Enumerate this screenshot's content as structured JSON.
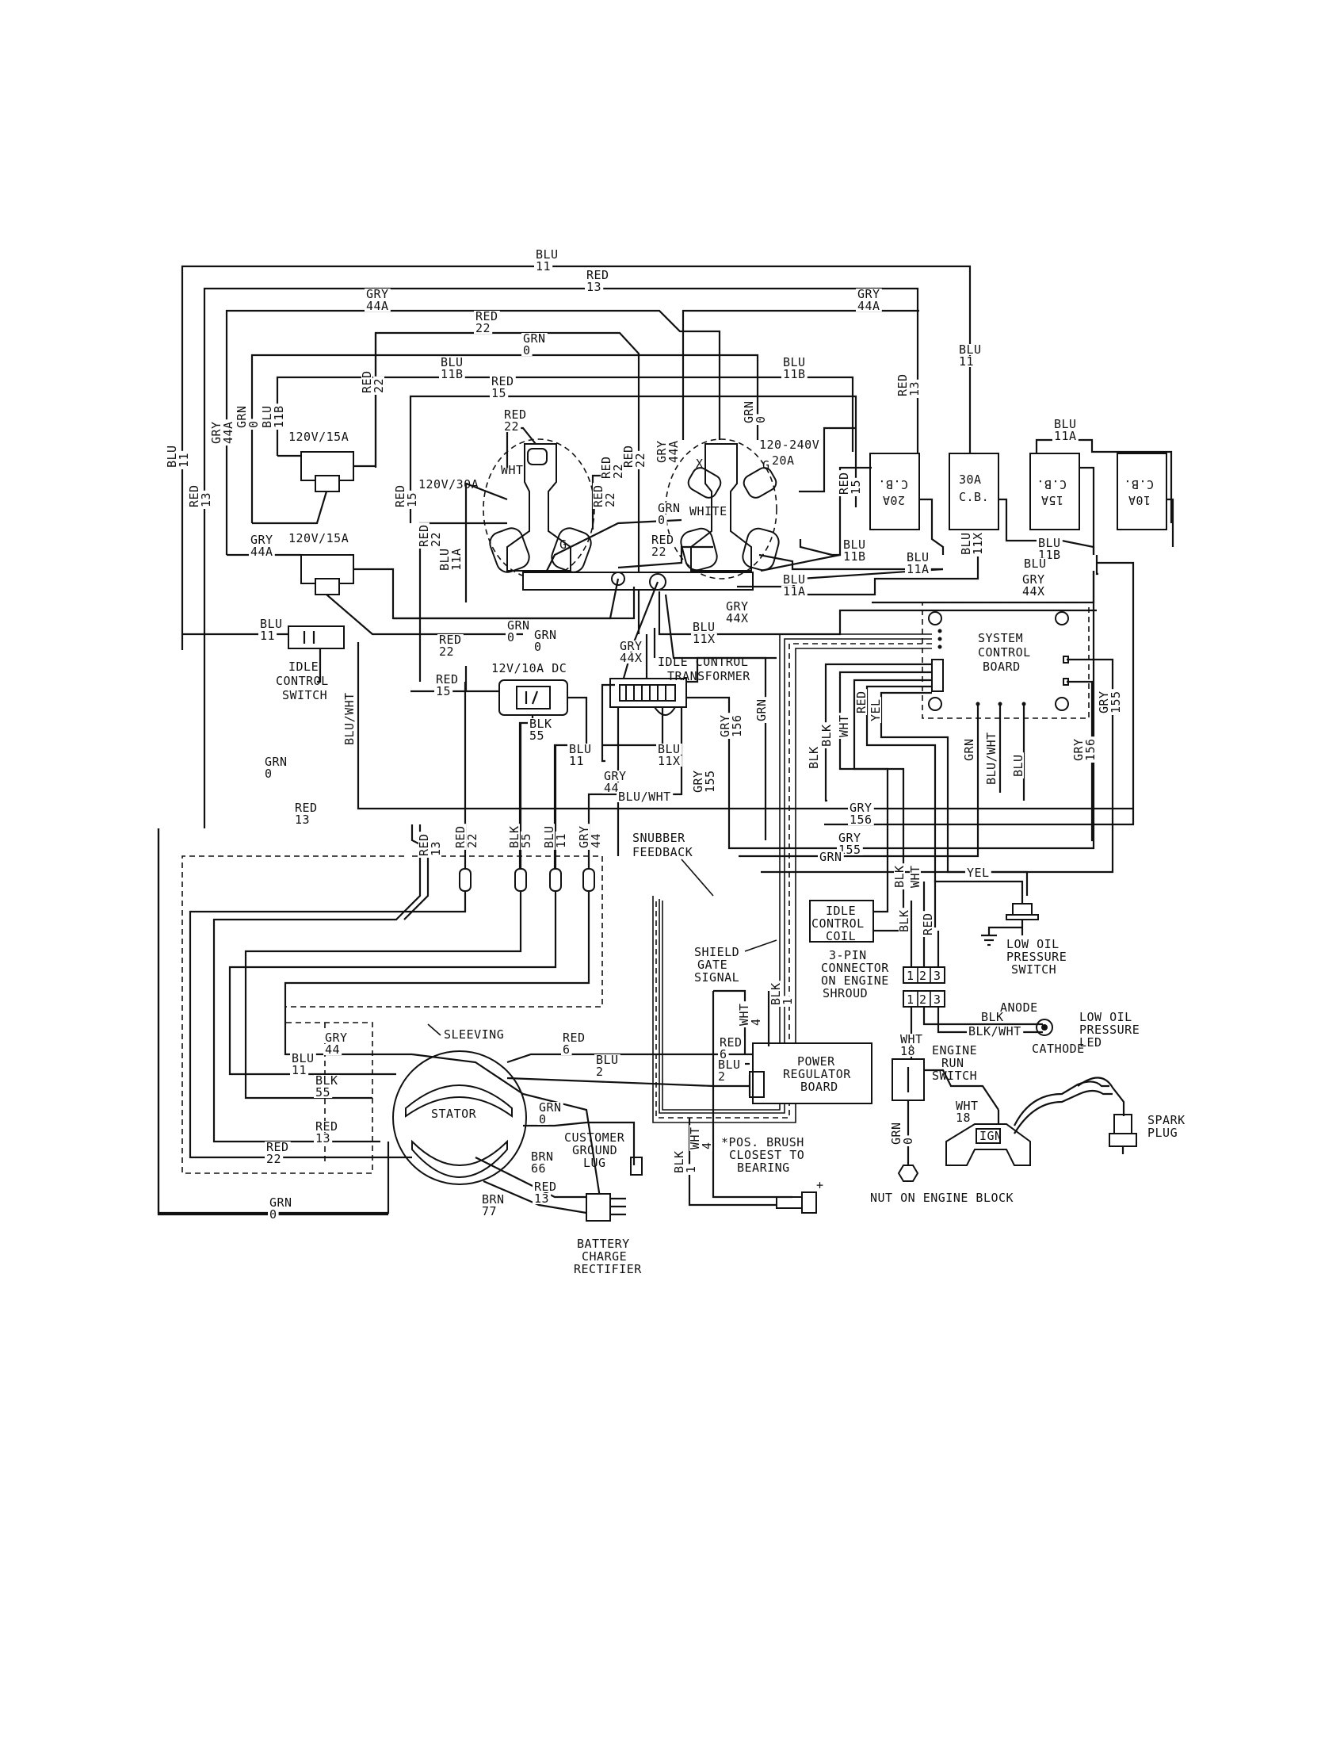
{
  "wire_labels": {
    "blu_11_top": [
      "BLU",
      "11"
    ],
    "red_13_top": [
      "RED",
      "13"
    ],
    "gry_44a_top_left": [
      "GRY",
      "44A"
    ],
    "gry_44a_top_right": [
      "GRY",
      "44A"
    ],
    "red_22_top": [
      "RED",
      "22"
    ],
    "grn_0_top": [
      "GRN",
      "0"
    ],
    "blu_11b_top_left": [
      "BLU",
      "11B"
    ],
    "blu_11b_top_right": [
      "BLU",
      "11B"
    ],
    "red_15_top": [
      "RED",
      "15"
    ],
    "blu_11_right_vertical": [
      "BLU",
      "11"
    ],
    "red_13_right_vertical": [
      "RED",
      "13"
    ],
    "blu_11a_right": [
      "BLU",
      "11A"
    ],
    "blu_11_left_vertical": [
      "BLU",
      "11"
    ],
    "gry_44a_left_vertical": [
      "GRY",
      "44A"
    ],
    "red_13_left_vertical": [
      "RED",
      "13"
    ],
    "grn_0_left_vertical": [
      "GRN",
      "0"
    ],
    "blu_11b_left_vertical": [
      "BLU",
      "11B"
    ],
    "red_22_left_vertical": [
      "RED",
      "22"
    ],
    "red_15_left_vertical": [
      "RED",
      "15"
    ],
    "red_22_left_vertical_2": [
      "RED",
      "22"
    ],
    "blu_11a_left_vertical": [
      "BLU",
      "11A"
    ],
    "red_22_recept_top": [
      "RED",
      "22"
    ],
    "red_22_recept_vertical": [
      "RED",
      "22"
    ],
    "red_22_recept_mid": [
      "RED",
      "22"
    ],
    "red_22_recept_center": [
      "RED",
      "22"
    ],
    "gry_44a_recept_right": [
      "GRY",
      "44A"
    ],
    "gry_44a_recept_right_2": [
      "GRY",
      "44A"
    ],
    "grn_0_recept_right": [
      "GRN",
      "0"
    ],
    "grn_0_mid": [
      "GRN",
      "0"
    ],
    "red_15_recept_right": [
      "RED",
      "15"
    ],
    "blu_11b_mid_right": [
      "BLU",
      "11B"
    ],
    "blu_11a_mid_right": [
      "BLU",
      "11A"
    ],
    "blu_11_mid_right": [
      "BLU",
      "11"
    ],
    "blu_11a_lower": [
      "BLU",
      "11A"
    ],
    "blu_11x_vertical": [
      "BLU",
      "11X"
    ],
    "blu_11b_cb": [
      "BLU",
      "11B"
    ],
    "blu_cb": [
      "BLU"
    ],
    "gry_44x_right": [
      "GRY",
      "44X"
    ],
    "gry_44a_left_recept": [
      "GRY",
      "44A"
    ],
    "red_22_lower": [
      "RED",
      "22"
    ],
    "grn_0_lower": [
      "GRN",
      "0"
    ],
    "gry_44x_mid": [
      "GRY",
      "44X"
    ],
    "blu_11x_mid": [
      "BLU",
      "11X"
    ],
    "blu_11_idle": [
      "BLU",
      "11"
    ],
    "grn_0_idle": [
      "GRN",
      "0"
    ],
    "gry_44x_idle": [
      "GRY",
      "44X"
    ],
    "red_22_dc": [
      "RED",
      "22"
    ],
    "red_15_dc": [
      "RED",
      "15"
    ],
    "blk_55_dc": [
      "BLK",
      "55"
    ],
    "blu_11_dc": [
      "BLU",
      "11"
    ],
    "blu_11x_dc": [
      "BLU",
      "11X"
    ],
    "gry_44_dc": [
      "GRY",
      "44"
    ],
    "blu_wht_left": [
      "BLU/WHT"
    ],
    "grn_0_left_long": [
      "GRN",
      "0"
    ],
    "red_13_left_long": [
      "RED",
      "13"
    ],
    "blu_wht_mid": [
      "BLU/WHT"
    ],
    "gry_156_transformer": [
      "GRY",
      "156"
    ],
    "gry_155_transformer": [
      "GRY",
      "155"
    ],
    "grn_vertical_shield": [
      "GRN"
    ],
    "gry_156_lower": [
      "GRY",
      "156"
    ],
    "gry_155_lower": [
      "GRY",
      "155"
    ],
    "grn_lower": [
      "GRN"
    ],
    "blk_scb_1": [
      "BLK"
    ],
    "blk_scb_2": [
      "BLK"
    ],
    "wht_scb": [
      "WHT"
    ],
    "red_scb": [
      "RED"
    ],
    "yel_scb": [
      "YEL"
    ],
    "grn_scb": [
      "GRN"
    ],
    "blu_wht_scb": [
      "BLU/WHT"
    ],
    "blu_scb": [
      "BLU"
    ],
    "gry_156_scb": [
      "GRY",
      "156"
    ],
    "gry_155_scb": [
      "GRY",
      "155"
    ],
    "red_13_connector": [
      "RED",
      "13"
    ],
    "red_22_connector": [
      "RED",
      "22"
    ],
    "blk_55_connector": [
      "BLK",
      "55"
    ],
    "blu_11_connector": [
      "BLU",
      "11"
    ],
    "gry_44_connector": [
      "GRY",
      "44"
    ],
    "blk_idle_coil": [
      "BLK"
    ],
    "wht_idle_coil": [
      "WHT"
    ],
    "blk_idle_coil_2": [
      "BLK"
    ],
    "red_idle_coil": [
      "RED"
    ],
    "yel_low_oil": [
      "YEL"
    ],
    "gry_44_stator": [
      "GRY",
      "44"
    ],
    "blu_11_stator": [
      "BLU",
      "11"
    ],
    "blk_55_stator": [
      "BLK",
      "55"
    ],
    "red_13_stator": [
      "RED",
      "13"
    ],
    "red_22_stator": [
      "RED",
      "22"
    ],
    "red_6_stator": [
      "RED",
      "6"
    ],
    "blu_2_stator": [
      "BLU",
      "2"
    ],
    "grn_0_stator": [
      "GRN",
      "0"
    ],
    "brn_66_stator": [
      "BRN",
      "66"
    ],
    "brn_77_stator": [
      "BRN",
      "77"
    ],
    "red_13_rectifier": [
      "RED",
      "13"
    ],
    "grn_0_bottom": [
      "GRN",
      "0"
    ],
    "wht_4_prb": [
      "WHT",
      "4"
    ],
    "blk_1_prb": [
      "BLK",
      "1"
    ],
    "red_6_prb": [
      "RED",
      "6"
    ],
    "blu_2_prb": [
      "BLU",
      "2"
    ],
    "wht_4_brush": [
      "WHT",
      "4"
    ],
    "blk_1_brush": [
      "BLK",
      "1"
    ],
    "blk_led": [
      "BLK"
    ],
    "blk_wht_led": [
      "BLK/WHT"
    ],
    "wht_18_run": [
      "WHT",
      "18"
    ],
    "wht_18_ign": [
      "WHT",
      "18"
    ],
    "grn_0_engine": [
      "GRN",
      "0"
    ]
  },
  "components": {
    "recept_120v_15a_top": "120V/15A",
    "recept_120v_15a_bottom": "120V/15A",
    "recept_120v_30a": "120V/30A",
    "recept_120_240v": [
      "120-240V",
      "20A"
    ],
    "cb_20a": [
      "20A",
      "C.B."
    ],
    "cb_30a": [
      "30A",
      "C.B."
    ],
    "cb_15a": [
      "15A",
      "C.B."
    ],
    "cb_10a": [
      "10A",
      "C.B."
    ],
    "idle_control_switch": [
      "IDLE",
      "CONTROL",
      "SWITCH"
    ],
    "dc_12v_10a": "12V/10A DC",
    "idle_control_transformer": [
      "IDLE CONTROL",
      "TRANSFORMER"
    ],
    "system_control_board": [
      "SYSTEM",
      "CONTROL",
      "BOARD"
    ],
    "snubber_feedback": [
      "SNUBBER",
      "FEEDBACK"
    ],
    "idle_control_coil": [
      "IDLE",
      "CONTROL",
      "COIL"
    ],
    "low_oil_pressure_switch": [
      "LOW OIL",
      "PRESSURE",
      "SWITCH"
    ],
    "shield_gate_signal": [
      "SHIELD",
      "GATE",
      "SIGNAL"
    ],
    "three_pin_connector": [
      "3-PIN",
      "CONNECTOR",
      "ON ENGINE",
      "SHROUD"
    ],
    "pin_numbers": [
      "1",
      "2",
      "3"
    ],
    "anode": "ANODE",
    "cathode": "CATHODE",
    "low_oil_pressure_led": [
      "LOW OIL",
      "PRESSURE",
      "LED"
    ],
    "sleeving": "SLEEVING",
    "stator": "STATOR",
    "power_regulator_board": [
      "POWER",
      "REGULATOR",
      "BOARD"
    ],
    "engine_run_switch": [
      "ENGINE",
      "RUN",
      "SWITCH"
    ],
    "spark_plug": [
      "SPARK",
      "PLUG"
    ],
    "customer_ground_lug": [
      "CUSTOMER",
      "GROUND",
      "LUG"
    ],
    "pos_brush": [
      "*POS. BRUSH",
      "CLOSEST TO",
      "BEARING"
    ],
    "nut_on_engine_block": "NUT ON ENGINE BLOCK",
    "battery_charge_rectifier": [
      "BATTERY",
      "CHARGE",
      "RECTIFIER"
    ],
    "recept_wht_mark": "WHT",
    "recept_white_mark": "WHITE",
    "recept_g_mark": "G",
    "recept_x_mark": "X",
    "ign_mark": "IGN"
  }
}
